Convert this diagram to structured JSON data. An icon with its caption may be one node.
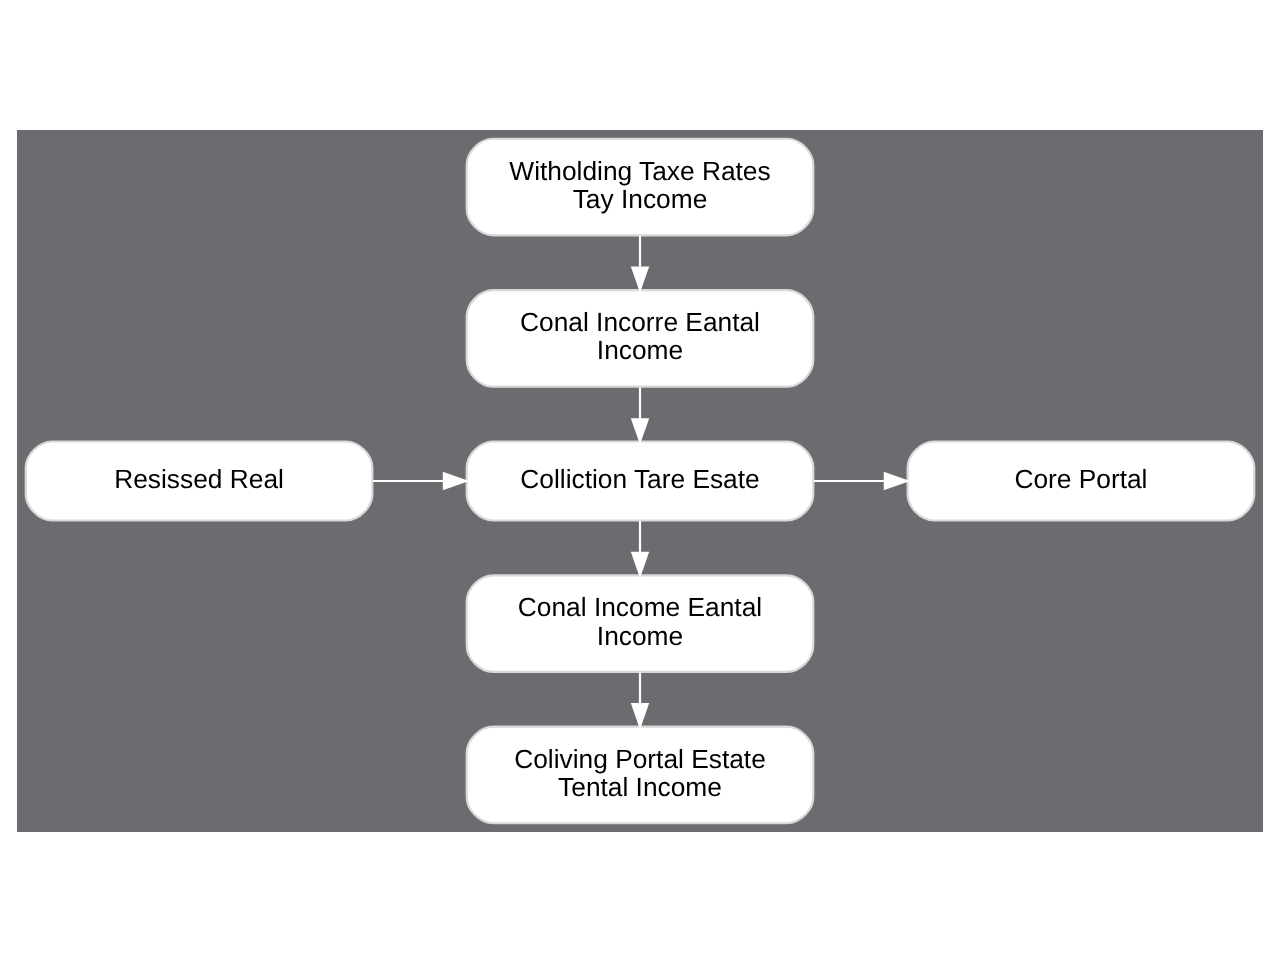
{
  "diagram": {
    "nodes": [
      {
        "text": [
          "Witholding Taxe Rates Tay Income"
        ]
      },
      {
        "text": [
          "Conal Incorre Eantal Income"
        ]
      },
      {
        "text": [
          "Resissed Real"
        ]
      },
      {
        "text": [
          "Colliction Tare Esate"
        ]
      },
      {
        "text": [
          "Core Portal"
        ]
      },
      {
        "text": [
          "Conal Income Eantal Income"
        ]
      },
      {
        "text": [
          "Coliving Portal Estate Tental Income"
        ]
      }
    ],
    "edges": [
      {
        "from": 0,
        "to": 1,
        "arrow": "to"
      },
      {
        "from": 1,
        "to": 3,
        "arrow": "to"
      },
      {
        "from": 2,
        "to": 3,
        "arrow": "to"
      },
      {
        "from": 3,
        "to": 4,
        "arrow": "to"
      },
      {
        "from": 3,
        "to": 5,
        "arrow": "to"
      },
      {
        "from": 5,
        "to": 6,
        "arrow": "to"
      }
    ]
  }
}
